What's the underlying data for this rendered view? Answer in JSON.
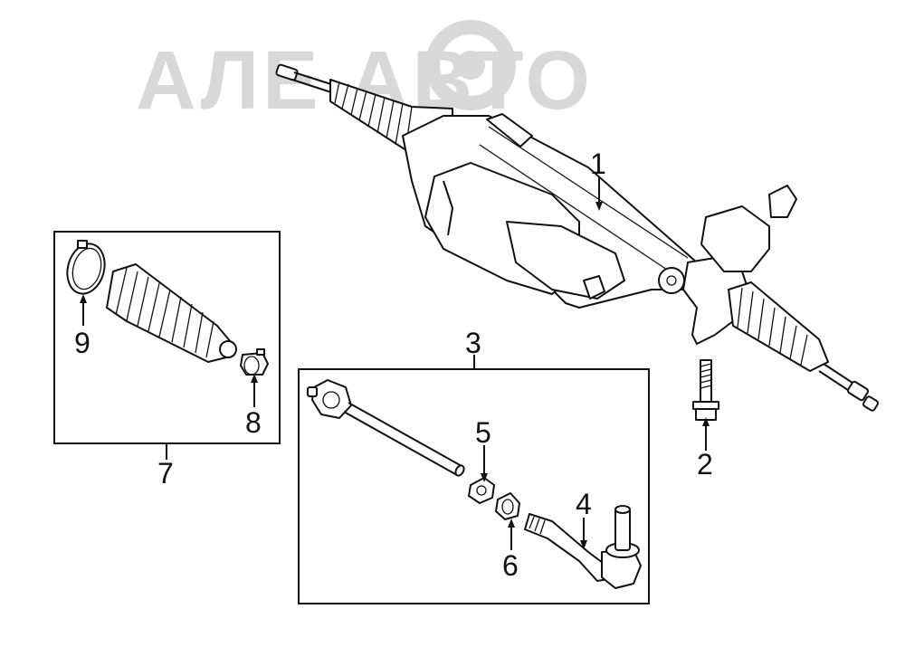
{
  "watermark": {
    "text": "АЛЕ АВТО",
    "color": "#d8d8d8"
  },
  "callouts": {
    "c1": "1",
    "c2": "2",
    "c3": "3",
    "c4": "4",
    "c5": "5",
    "c6": "6",
    "c7": "7",
    "c8": "8",
    "c9": "9"
  }
}
